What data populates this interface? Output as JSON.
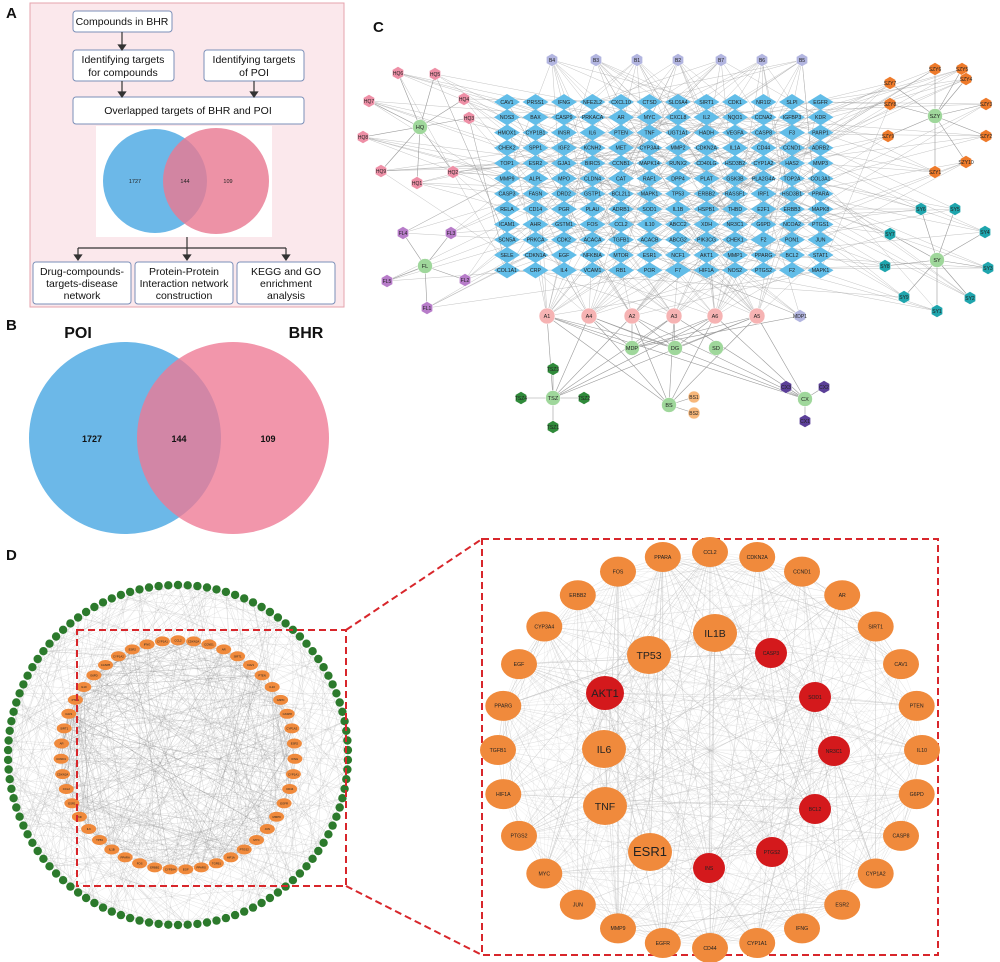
{
  "panels": {
    "A": {
      "letter": "A",
      "steps": {
        "compounds": "Compounds in BHR",
        "targets_compounds_1": "Identifying targets",
        "targets_compounds_2": "for compounds",
        "targets_poi_1": "Identifying targets",
        "targets_poi_2": "of POI",
        "overlapped": "Overlapped targets of BHR and POI",
        "drug_network_1": "Drug-compounds-",
        "drug_network_2": "targets-disease",
        "drug_network_3": "network",
        "ppi_1": "Protein-Protein",
        "ppi_2": "Interaction network",
        "ppi_3": "construction",
        "kegg_1": "KEGG and GO",
        "kegg_2": "enrichment",
        "kegg_3": "analysis"
      },
      "venn": {
        "left": "1727",
        "overlap": "144",
        "right": "109"
      },
      "colors": {
        "background": "#fbe8ec",
        "border": "#e6a3ad",
        "left": "#6cb8e8",
        "right": "#e97a92"
      }
    },
    "B": {
      "letter": "B",
      "left_label": "POI",
      "right_label": "BHR",
      "left_value": "1727",
      "overlap_value": "144",
      "right_value": "109",
      "colors": {
        "left": "#6cb8e8",
        "right": "#ee7893",
        "overlap": "#a36a8f"
      }
    },
    "C": {
      "letter": "C",
      "herbs": [
        "HQ",
        "FL",
        "SZY",
        "SY",
        "MDP",
        "DG",
        "SD",
        "BS",
        "TSZ",
        "CX"
      ],
      "top_compounds": [
        "B4",
        "B3",
        "B1",
        "B2",
        "B7",
        "B6",
        "B5"
      ],
      "hq_compounds": [
        "HQ6",
        "HQ5",
        "HQ7",
        "HQ4",
        "HQ3",
        "HQ8",
        "HQ9",
        "HQ2",
        "HQ1"
      ],
      "fl_compounds": [
        "FL4",
        "FL3",
        "FL5",
        "FL2",
        "FL1"
      ],
      "szy_compounds": [
        "SZY6",
        "SZY5",
        "SZY4",
        "SZY7",
        "SZY3",
        "SZY8",
        "SZY2",
        "SZY9",
        "SZY10",
        "SZY1"
      ],
      "sy_compounds": [
        "SY6",
        "SY5",
        "SY4",
        "SY7",
        "SY3",
        "SY8",
        "SY2",
        "SY1",
        "SY9"
      ],
      "a_compounds": [
        "A1",
        "A4",
        "A2",
        "A3",
        "A6",
        "A5"
      ],
      "other_compounds": [
        "MDP1",
        "TSZ3",
        "TSZ4",
        "TSZ2",
        "TSZ1",
        "BS1",
        "BS2",
        "CX1",
        "CX2",
        "CX3"
      ],
      "targets": [
        [
          "CAV1",
          "PRSS1",
          "IFNG",
          "NFE2L2",
          "CXCL10",
          "CTSD",
          "SLC6A4",
          "SIRT1",
          "CDK1",
          "NR1I2",
          "SLPI",
          "EGFR"
        ],
        [
          "NOS3",
          "BAX",
          "CASP9",
          "PRKACA",
          "AR",
          "MYC",
          "CXCL8",
          "IL2",
          "NQO1",
          "CCNA2",
          "IGFBP3",
          "KDR"
        ],
        [
          "HMOX1",
          "CYP1B1",
          "INSR",
          "IL6",
          "PTEN",
          "TNF",
          "UGT1A1",
          "HADH",
          "VEGFA",
          "CASP8",
          "F3",
          "PARP1"
        ],
        [
          "CHEK2",
          "SPP1",
          "IGF2",
          "KCNH2",
          "MET",
          "CYP3A4",
          "MMP2",
          "CDKN2A",
          "IL1A",
          "CD44",
          "CCND1",
          "ADRB2"
        ],
        [
          "TOP1",
          "ESR2",
          "GJA1",
          "BIRC5",
          "CCNB1",
          "MAPK14",
          "RUNX2",
          "CD40LG",
          "HSD3B2",
          "CYP1A2",
          "HAS2",
          "MMP3"
        ],
        [
          "MMP9",
          "ALPL",
          "MPO",
          "CLDN4",
          "CAT",
          "RAF1",
          "DPP4",
          "PLAT",
          "GSK3B",
          "PLA2G4A",
          "TOP2A",
          "COL3A1"
        ],
        [
          "CASP3",
          "FASN",
          "DRD2",
          "GSTP1",
          "BCL2L1",
          "MAPK1",
          "TP53",
          "ERBB2",
          "RASSF1",
          "IRF1",
          "HSD3B1",
          "PPARA"
        ],
        [
          "RELA",
          "CD14",
          "PGR",
          "PLAU",
          "ADRB1",
          "SOD1",
          "IL1B",
          "HSPB1",
          "THBD",
          "E2F1",
          "ERBB3",
          "MAPK8"
        ],
        [
          "ICAM1",
          "AHR",
          "GSTM1",
          "FOS",
          "CCL2",
          "IL10",
          "ABCC2",
          "XDH",
          "NR3C1",
          "G6PD",
          "NCOA2",
          "PTGS1"
        ],
        [
          "SCN5A",
          "PRKCA",
          "CDK2",
          "ACACA",
          "TGFB1",
          "ACACB",
          "ABCG2",
          "PIK3CG",
          "CHEK1",
          "F2",
          "PON1",
          "JUN"
        ],
        [
          "SELE",
          "CDKN1A",
          "EGF",
          "NFKBIA",
          "MTOR",
          "ESR1",
          "NCF1",
          "AKT1",
          "MMP1",
          "PPARG",
          "BCL2",
          "STAT1"
        ],
        [
          "COL1A1",
          "CRP",
          "IL4",
          "VCAM1",
          "RB1",
          "POR",
          "F7",
          "HIF1A",
          "NOS2",
          "PTGS2",
          "F2",
          "MAPK1"
        ]
      ],
      "colors": {
        "target": "#62bde8",
        "hq": "#ee8fa6",
        "fl": "#b77cc9",
        "herb": "#9fd79b",
        "szy": "#ee7a2a",
        "sy": "#1fa5ad",
        "a": "#f6b3b3",
        "b": "#b2b5e0",
        "tsz": "#2f8a3a",
        "bs": "#f7b77a",
        "cx": "#5b3f98",
        "edge": "#9a9a9a"
      }
    },
    "D": {
      "letter": "D",
      "hub_genes": [
        "AKT1",
        "CASP3",
        "SOD1",
        "NR3C1",
        "BCL2",
        "PTGS2",
        "INS"
      ],
      "inner_large": [
        "IL1B",
        "TP53",
        "IL6",
        "TNF",
        "ESR1"
      ],
      "outer_ring": [
        "CCL2",
        "CDKN2A",
        "CCND1",
        "AR",
        "SIRT1",
        "CAV1",
        "PTEN",
        "IL10",
        "G6PD",
        "CASP8",
        "CYP1A2",
        "ESR2",
        "IFNG",
        "CYP1A1",
        "CD44",
        "EGFR",
        "MMP9",
        "JUN",
        "MYC",
        "PTGS2",
        "HIF1A",
        "TGFB1",
        "PPARG",
        "EGF",
        "CYP3A4",
        "ERBB2",
        "FOS",
        "PPARA"
      ],
      "colors": {
        "hub": "#d4191c",
        "node": "#f08a3c",
        "outer": "#2c7a2c",
        "dash": "#d8262b",
        "edge": "#c8c8c8"
      }
    }
  }
}
